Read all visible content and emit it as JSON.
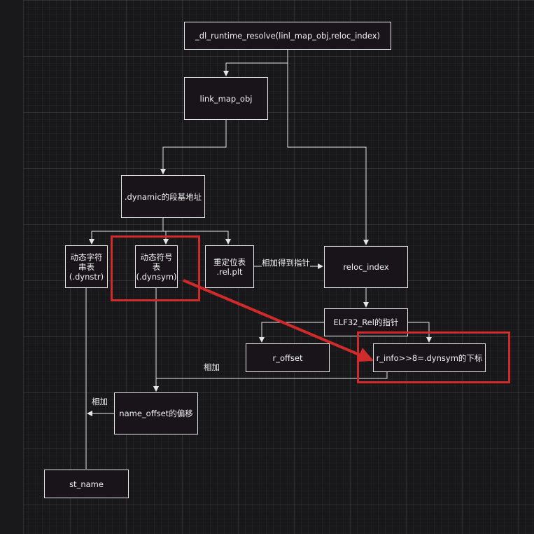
{
  "diagram": {
    "nodes": {
      "resolve": "_dl_runtime_resolve(linl_map_obj,reloc_index)",
      "link_map": "link_map_obj",
      "dynamic_base": ".dynamic的段基地址",
      "dynstr": [
        "动态字符",
        "串表",
        "(.dynstr)"
      ],
      "dynsym": [
        "动态符号",
        "表",
        "(.dynsym)"
      ],
      "relplt": [
        "重定位表",
        ".rel.plt"
      ],
      "reloc_index": "reloc_index",
      "elf32_rel": "ELF32_Rel的指针",
      "r_offset": "r_offset",
      "r_info": "r_info>>8=.dynsym的下标",
      "name_offset": "name_offset的偏移",
      "st_name": "st_name"
    },
    "edge_labels": {
      "add_pointer": "相加得到指针",
      "add_1": "相加",
      "add_2": "相加"
    },
    "colors": {
      "edge": "#e6e6e6",
      "highlight": "#d12a2a",
      "background": "#18181b"
    }
  }
}
